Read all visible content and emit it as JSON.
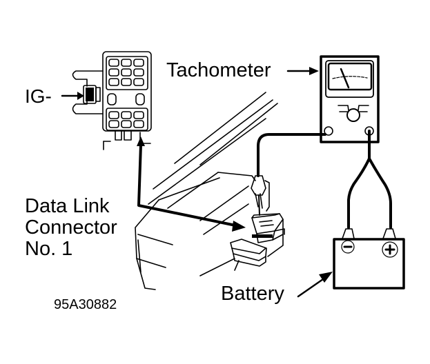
{
  "diagram": {
    "figure_code": "95A30882",
    "labels": {
      "ig_terminal": "IG-",
      "tachometer": "Tachometer",
      "dlc_line1": "Data Link",
      "dlc_line2": "Connector",
      "dlc_line3": "No. 1",
      "battery": "Battery"
    },
    "battery_terminals": {
      "negative": "−",
      "positive": "+"
    },
    "colors": {
      "ink": "#000000",
      "background": "#ffffff"
    }
  }
}
